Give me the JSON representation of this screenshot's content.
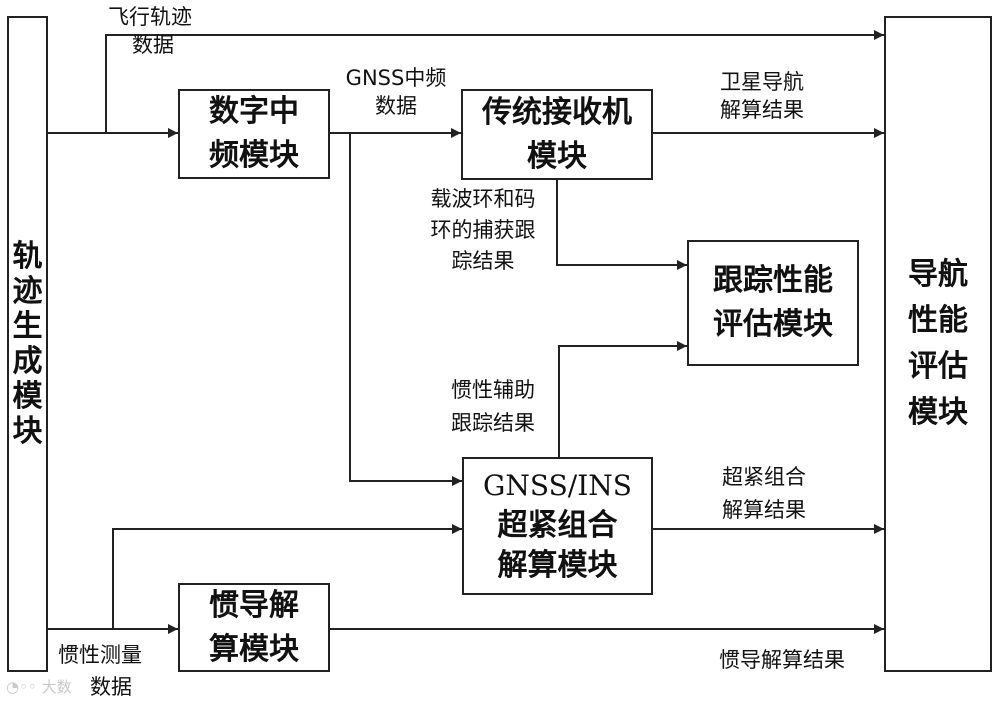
{
  "modules": {
    "trajectory": [
      "轨",
      "迹",
      "生",
      "成",
      "模",
      "块"
    ],
    "digital_if": [
      "数字中",
      "频模块"
    ],
    "receiver": [
      "传统接收机",
      "模块"
    ],
    "tracking_eval": [
      "跟踪性能",
      "评估模块"
    ],
    "gnss_ins": [
      "GNSS/INS",
      "超紧组合",
      "解算模块"
    ],
    "ins_solver": [
      "惯导解",
      "算模块"
    ],
    "nav_eval": [
      "导航",
      "性能",
      "评估",
      "模块"
    ]
  },
  "labels": {
    "flight_data": [
      "飞行轨迹",
      "数据"
    ],
    "gnss_if_data": [
      "GNSS中频",
      "数据"
    ],
    "sat_nav_result": [
      "卫星导航",
      "解算结果"
    ],
    "loop_results": [
      "载波环和码",
      "环的捕获跟",
      "踪结果"
    ],
    "inertial_aided": [
      "惯性辅助",
      "跟踪结果"
    ],
    "ultra_tight_result": [
      "超紧组合",
      "解算结果"
    ],
    "ins_result": "惯导解算结果",
    "inertial_meas": [
      "惯性测量",
      "数据"
    ]
  },
  "watermark": "大数"
}
